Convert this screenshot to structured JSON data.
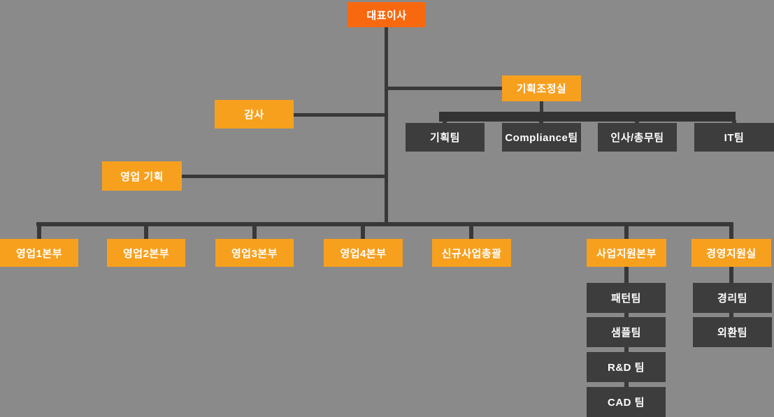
{
  "colors": {
    "bg": "#8a8a8a",
    "ceo": "#f8690f",
    "amber": "#f7a01e",
    "dark": "#3d3d3d",
    "line": "#383838",
    "bar": "#333333",
    "text": "#ffffff"
  },
  "org": {
    "ceo": {
      "label": "대표이사"
    },
    "planning_office": {
      "label": "기획조정실"
    },
    "audit": {
      "label": "감사"
    },
    "sales_planning": {
      "label": "영업 기획"
    },
    "planning_teams": [
      {
        "label": "기획팀"
      },
      {
        "label": "Compliance팀"
      },
      {
        "label": "인사/총무팀"
      },
      {
        "label": "IT팀"
      }
    ],
    "divisions": [
      {
        "label": "영업1본부"
      },
      {
        "label": "영업2본부"
      },
      {
        "label": "영업3본부"
      },
      {
        "label": "영업4본부"
      },
      {
        "label": "신규사업총괄"
      },
      {
        "label": "사업지원본부"
      },
      {
        "label": "경영지원실"
      }
    ],
    "business_support_teams": [
      {
        "label": "패턴팀"
      },
      {
        "label": "샘플팀"
      },
      {
        "label": "R&D 팀"
      },
      {
        "label": "CAD 팀"
      }
    ],
    "management_support_teams": [
      {
        "label": "경리팀"
      },
      {
        "label": "외환팀"
      }
    ]
  }
}
